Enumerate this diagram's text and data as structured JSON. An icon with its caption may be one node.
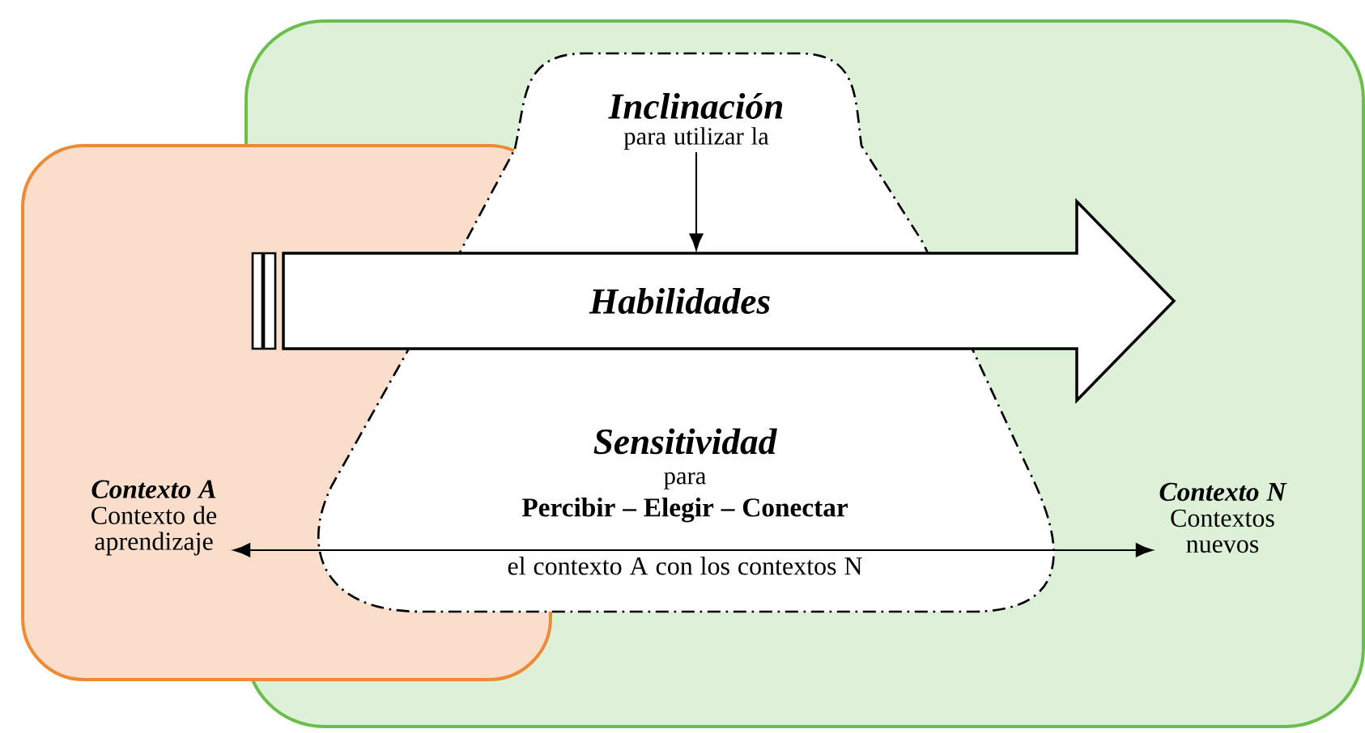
{
  "diagram": {
    "nodes": [
      {
        "text": [],
        "shape": "box"
      },
      {
        "text": [],
        "shape": "box"
      },
      {
        "text": [
          "Sensitividad",
          "para",
          "Percibir – Elegir – Conectar",
          "el contexto A con los contextos N"
        ],
        "in": 0
      },
      {
        "text": [
          "Inclinación",
          "para utilizar la"
        ],
        "in": 2
      },
      {
        "text": [
          "Habilidades"
        ],
        "in": 0
      },
      {
        "text": [
          "Contexto A",
          "Contexto de aprendizaje"
        ],
        "in": 1
      },
      {
        "text": [
          "Contexto N",
          "Contextos nuevos"
        ],
        "in": 0
      }
    ],
    "edges": [
      {
        "from": 3,
        "to": 4,
        "arrow": "to"
      },
      {
        "from": 5,
        "to": 6,
        "arrow": "both"
      }
    ]
  }
}
